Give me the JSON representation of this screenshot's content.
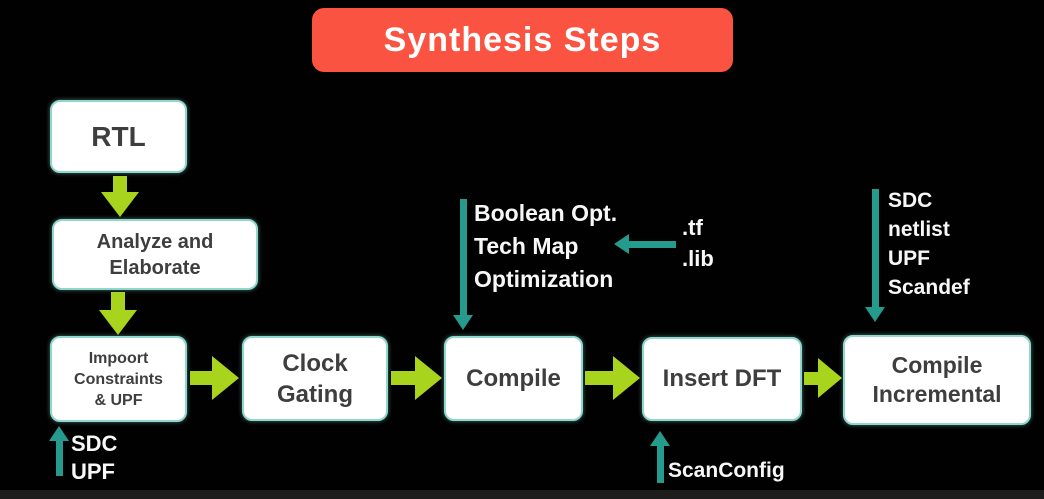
{
  "title": {
    "label": "Synthesis Steps"
  },
  "colors": {
    "background": "#010101",
    "title_banner": "#fb5341",
    "box_fill": "#ffffff",
    "box_border": "#8fd7cc",
    "box_text": "#3e3e3e",
    "flow_arrow_green": "#a8d41d",
    "annotation_arrow_teal": "#259b8d",
    "annotation_text": "#f7f7f7"
  },
  "boxes": {
    "rtl": {
      "lines": [
        "RTL"
      ]
    },
    "analyze": {
      "lines": [
        "Analyze and",
        "Elaborate"
      ]
    },
    "import": {
      "lines": [
        "Impoort",
        "Constraints",
        "& UPF"
      ]
    },
    "clock_gating": {
      "lines": [
        "Clock",
        "Gating"
      ]
    },
    "compile": {
      "lines": [
        "Compile"
      ]
    },
    "insert_dft": {
      "lines": [
        "Insert DFT"
      ]
    },
    "compile_incremental": {
      "lines": [
        "Compile",
        "Incremental"
      ]
    }
  },
  "annotations": {
    "import_inputs": {
      "lines": [
        "SDC",
        "UPF"
      ]
    },
    "compile_inputs": {
      "lines": [
        "Boolean Opt.",
        "Tech Map",
        "Optimization"
      ]
    },
    "tech_files": {
      "lines": [
        ".tf",
        ".lib"
      ]
    },
    "incremental_inputs": {
      "lines": [
        "SDC",
        "netlist",
        "UPF",
        "Scandef"
      ]
    },
    "dft_input": {
      "label": "ScanConfig"
    }
  }
}
